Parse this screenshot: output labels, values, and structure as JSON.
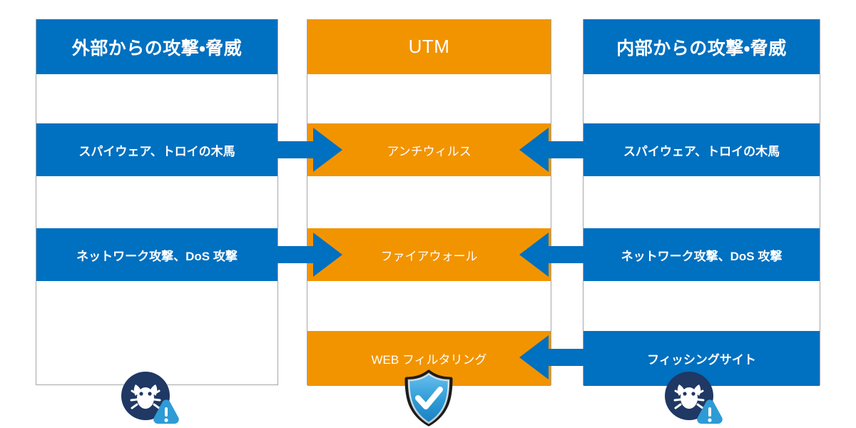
{
  "diagram": {
    "title_semantic": "UTM threat protection diagram",
    "colors": {
      "blue": "#0070c0",
      "orange": "#f29400",
      "border": "#a6a6a6",
      "icon_dark_navy": "#1f3864",
      "icon_light_blue": "#2e9bd6",
      "shield_blue": "#2e9bd6",
      "text_white": "#ffffff"
    }
  },
  "columns": {
    "left": {
      "header": "外部からの攻撃・脅威",
      "rows": [
        {
          "label": "スパイウェア、トロイの木馬"
        },
        {
          "label": "ネットワーク攻撃、DoS 攻撃"
        }
      ]
    },
    "center": {
      "header": "UTM",
      "rows": [
        {
          "label": "アンチウィルス"
        },
        {
          "label": "ファイアウォール"
        },
        {
          "label": "WEB フィルタリング"
        }
      ]
    },
    "right": {
      "header": "内部からの攻撃・脅威",
      "rows": [
        {
          "label": "スパイウェア、トロイの木馬"
        },
        {
          "label": "ネットワーク攻撃、DoS 攻撃"
        },
        {
          "label": "フィッシングサイト"
        }
      ]
    }
  },
  "arrows": [
    {
      "name": "external-to-antivirus",
      "direction": "right"
    },
    {
      "name": "internal-to-antivirus",
      "direction": "left"
    },
    {
      "name": "external-to-firewall",
      "direction": "right"
    },
    {
      "name": "internal-to-firewall",
      "direction": "left"
    },
    {
      "name": "internal-to-webfiltering",
      "direction": "left"
    }
  ],
  "icons": {
    "bug_left": "bug-threat-icon",
    "bug_right": "bug-threat-icon",
    "shield": "shield-check-icon",
    "warning": "warning-exclamation-icon"
  }
}
